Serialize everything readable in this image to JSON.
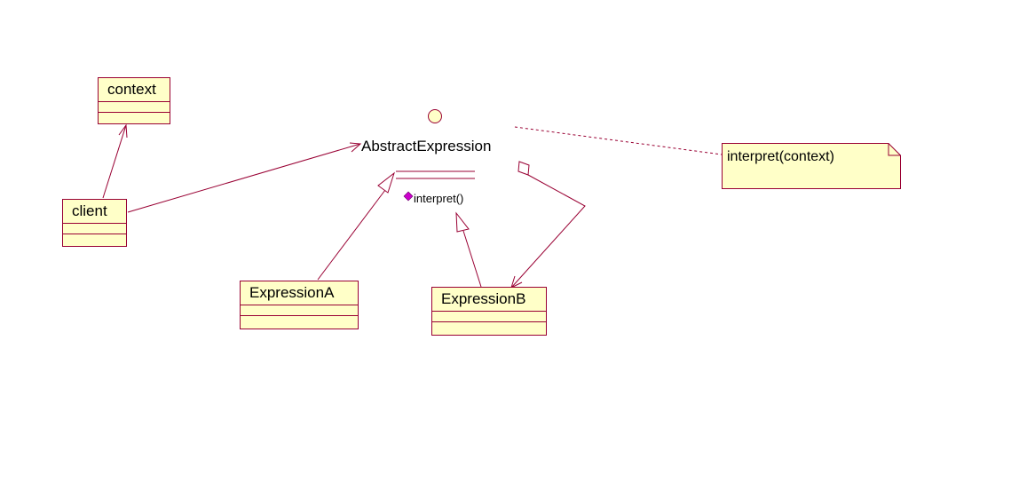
{
  "classes": {
    "context": {
      "name": "context"
    },
    "client": {
      "name": "client"
    },
    "expression_a": {
      "name": "ExpressionA"
    },
    "expression_b": {
      "name": "ExpressionB"
    },
    "abstract_expression": {
      "name": "AbstractExpression",
      "operation": "interpret()"
    }
  },
  "note": {
    "text": "interpret(context)"
  },
  "colors": {
    "line": "#990033",
    "box_fill": "#ffffc8",
    "operation_marker": "#cc00cc"
  }
}
